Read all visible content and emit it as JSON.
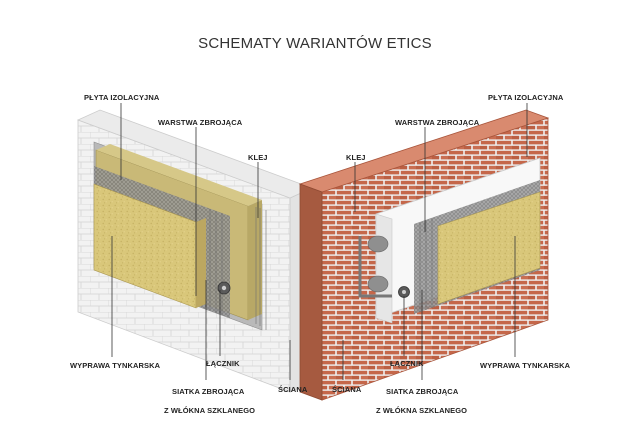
{
  "title": "SCHEMATY WARIANTÓW ETICS",
  "left_diagram": {
    "plyta": "PŁYTA IZOLACYJNA",
    "warstwa": "WARSTWA ZBROJĄCA",
    "klej": "KLEJ",
    "wyprawa": "WYPRAWA TYNKARSKA",
    "lacznik": "ŁĄCZNIK",
    "siatka_1": "SIATKA ZBROJĄCA",
    "siatka_2": "Z WŁÓKNA SZKLANEGO",
    "sciana": "ŚCIANA"
  },
  "right_diagram": {
    "plyta": "PŁYTA IZOLACYJNA",
    "warstwa": "WARSTWA ZBROJĄCA",
    "klej": "KLEJ",
    "wyprawa": "WYPRAWA TYNKARSKA",
    "lacznik": "ŁĄCZNIK",
    "siatka_1": "SIATKA ZBROJĄCA",
    "siatka_2": "Z WŁÓKNA SZKLANEGO",
    "sciana": "ŚCIANA"
  },
  "colors": {
    "plaster": "#d8c77a",
    "mineral_wool": "#c9b977",
    "mesh": "#8a8a8a",
    "white_block": "#f1f1f1",
    "brick": "#c66a4d",
    "mortar": "#f3f3f3",
    "eps_board": "#f8f8f8",
    "leader_line": "#333333"
  }
}
